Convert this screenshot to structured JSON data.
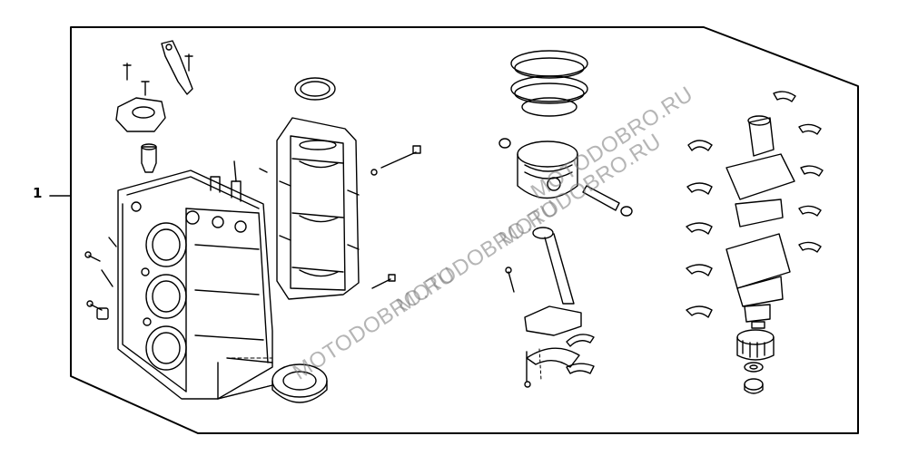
{
  "diagram": {
    "callout_number": "1",
    "watermarks": [
      "MOTODOBRO.RU",
      "MOTODOBRO.RU",
      "MOTODOBRO.RU",
      "MOTODOBRO.RU"
    ],
    "colors": {
      "line": "#000000",
      "background": "#ffffff",
      "watermark": "#8a8a8a"
    }
  }
}
